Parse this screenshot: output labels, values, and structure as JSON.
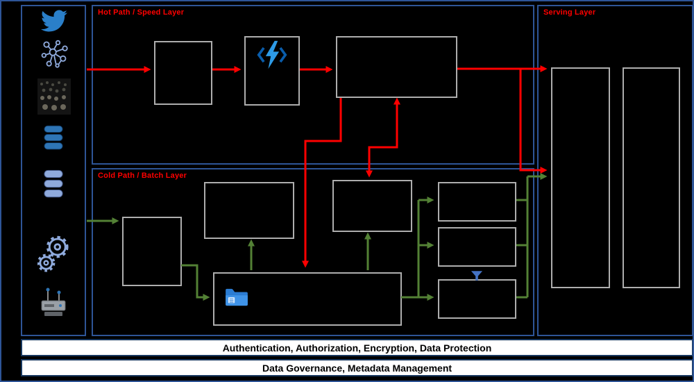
{
  "layers": {
    "hot_path": {
      "label": "Hot Path / Speed Layer",
      "flow_color": "#FF0000"
    },
    "cold_path": {
      "label": "Cold Path / Batch Layer",
      "flow_color": "#538135"
    },
    "serving": {
      "label": "Serving Layer"
    }
  },
  "sidebar": {
    "icons": [
      "twitter-icon",
      "social-network-icon",
      "crowd-photo",
      "database-stack-icon",
      "database-stack-light-icon",
      "gears-icon",
      "iot-device-icon"
    ]
  },
  "diagram_icons": [
    "azure-functions-icon",
    "data-lake-folder-icon",
    "funnel-icon"
  ],
  "banners": [
    {
      "text": "Authentication, Authorization, Encryption, Data Protection"
    },
    {
      "text": "Data Governance, Metadata Management"
    }
  ],
  "colors": {
    "background": "#000000",
    "layer_border": "#2E5597",
    "box_border": "#AEAEAE",
    "hot_flow": "#FF0000",
    "cold_flow": "#538135",
    "label_text": "#FF0000",
    "banner_background": "#FFFFFF",
    "banner_border": "#17375E",
    "banner_text": "#000000"
  }
}
